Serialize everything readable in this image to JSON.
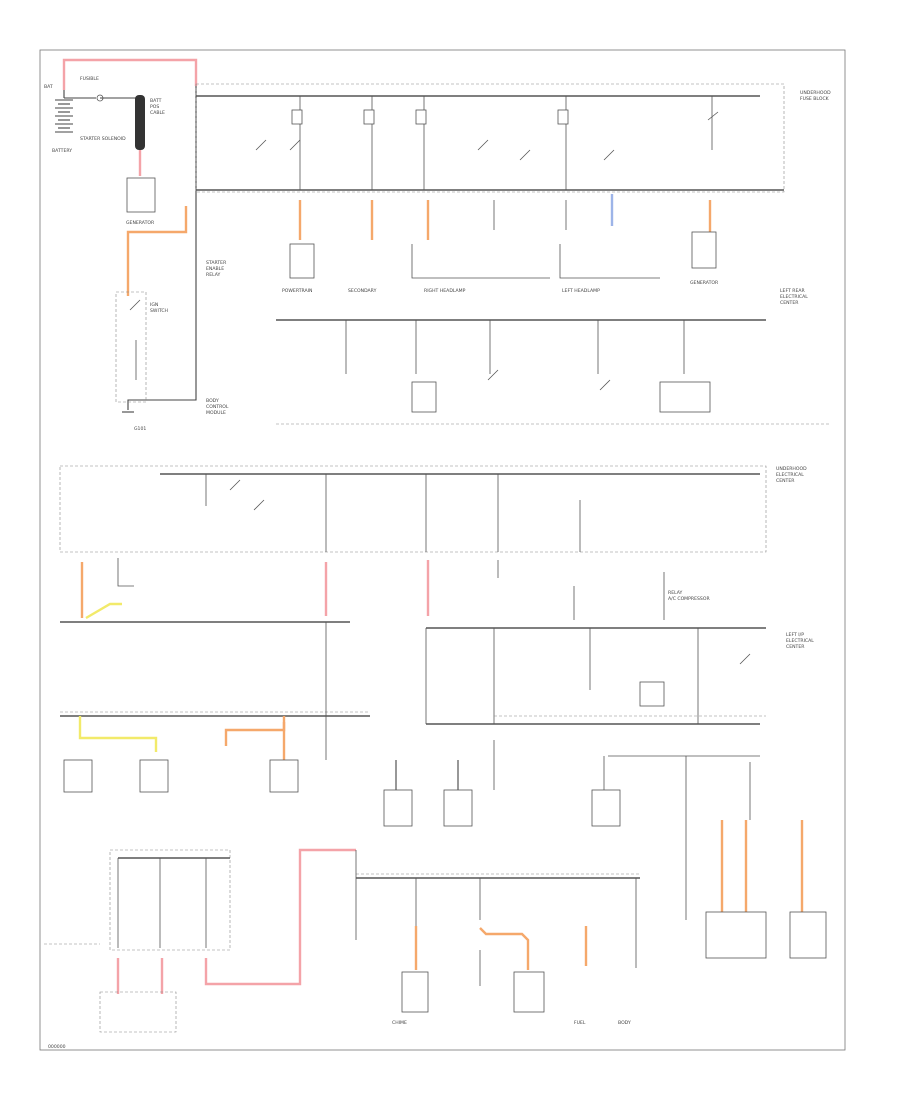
{
  "diagram": {
    "labels": {
      "battery": "BATTERY",
      "starter_solenoid": "STARTER SOLENOID",
      "generator": "GENERATOR",
      "ground": "G101",
      "code": "000000"
    }
  }
}
